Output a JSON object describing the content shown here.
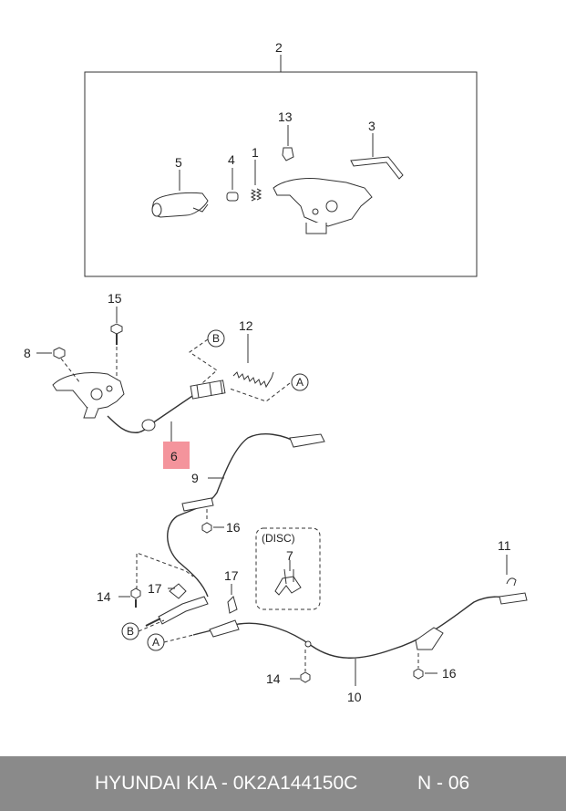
{
  "callouts": {
    "c1": "1",
    "c2": "2",
    "c3": "3",
    "c4": "4",
    "c5": "5",
    "c6": "6",
    "c7": "7",
    "c8": "8",
    "c9": "9",
    "c10": "10",
    "c11": "11",
    "c12": "12",
    "c13": "13",
    "c14a": "14",
    "c14b": "14",
    "c15": "15",
    "c16a": "16",
    "c16b": "16",
    "c17a": "17",
    "c17b": "17"
  },
  "refs": {
    "a1": "A",
    "a2": "A",
    "b1": "B",
    "b2": "B"
  },
  "disc_label": "(DISC)",
  "highlight_color": "#f4949c",
  "footer": {
    "brand": "HYUNDAI  KIA - 0K2A144150C",
    "code": "N - 06"
  }
}
